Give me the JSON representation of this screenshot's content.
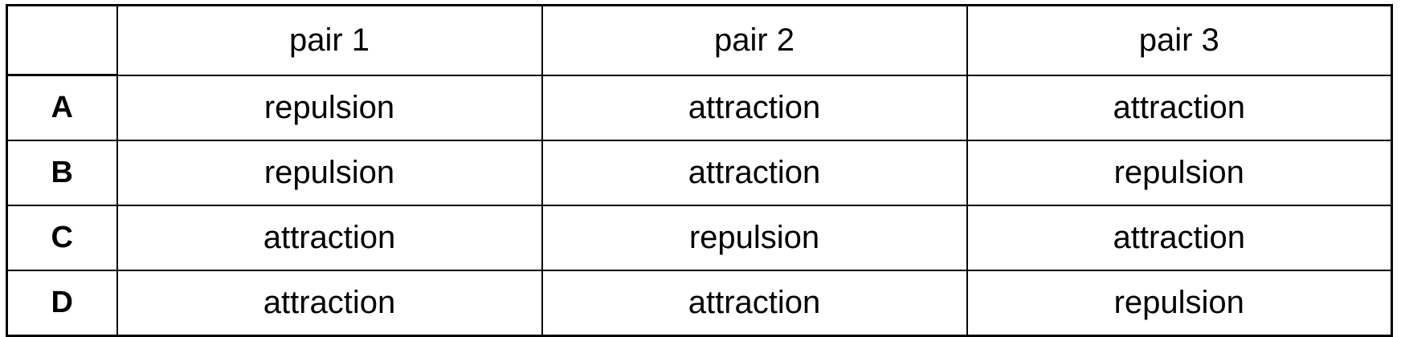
{
  "table": {
    "corner_label": "",
    "columns": [
      "pair 1",
      "pair 2",
      "pair 3"
    ],
    "rows": [
      {
        "label": "A",
        "values": [
          "repulsion",
          "attraction",
          "attraction"
        ]
      },
      {
        "label": "B",
        "values": [
          "repulsion",
          "attraction",
          "repulsion"
        ]
      },
      {
        "label": "C",
        "values": [
          "attraction",
          "repulsion",
          "attraction"
        ]
      },
      {
        "label": "D",
        "values": [
          "attraction",
          "attraction",
          "repulsion"
        ]
      }
    ]
  },
  "colors": {
    "border": "#000000",
    "text": "#000000",
    "background": "#ffffff"
  }
}
